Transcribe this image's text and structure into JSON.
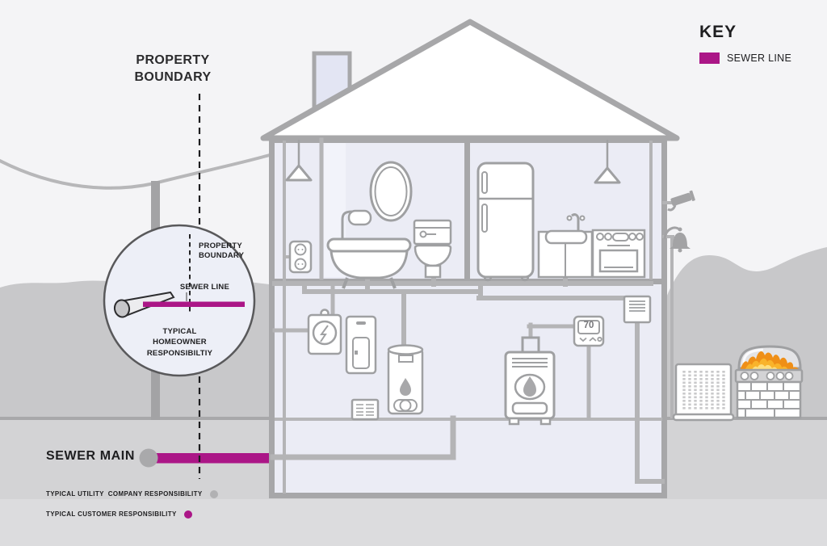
{
  "labels": {
    "property_boundary": "PROPERTY BOUNDARY",
    "sewer_main": "SEWER MAIN"
  },
  "key": {
    "title": "KEY",
    "sewer_line_label": "SEWER LINE",
    "sewer_line_color": "#AB1687"
  },
  "inset": {
    "property_boundary": "PROPERTY BOUNDARY",
    "sewer_line": "SEWER LINE",
    "homeowner_responsibility": "TYPICAL HOMEOWNER RESPONSIBILTIY"
  },
  "legend": {
    "utility": {
      "label": "TYPICAL UTILITY  COMPANY RESPONSIBILITY",
      "color": "#b1b1b3"
    },
    "customer": {
      "label": "TYPICAL CUSTOMER RESPONSIBILITY",
      "color": "#AB1687"
    }
  },
  "thermostat": {
    "value": "70"
  },
  "colors": {
    "sewer_line": "#AB1687",
    "structure_gray": "#a7a7a9",
    "pipe_gray": "#b4b4b6",
    "hill_gray": "#c8c8ca",
    "house_interior": "#ebecf5",
    "flame_orange": "#ef8f17"
  }
}
